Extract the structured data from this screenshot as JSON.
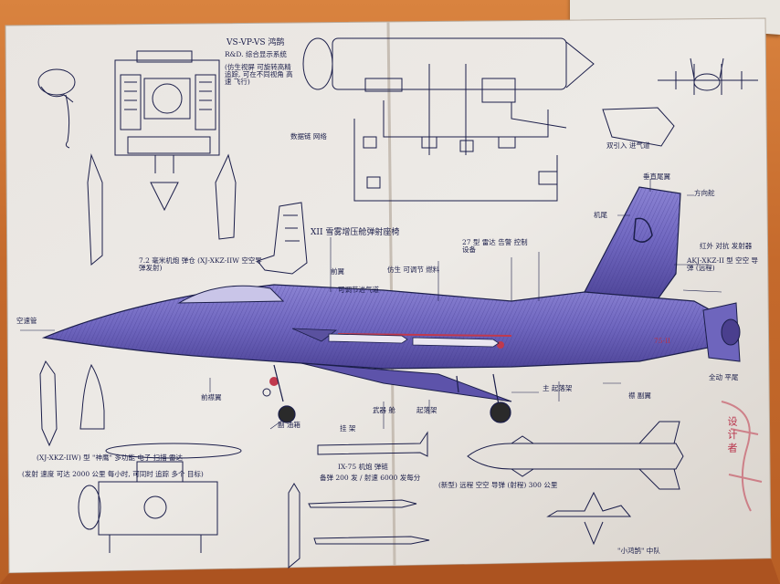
{
  "labels": {
    "head_title": "VS-VP-VS 鸿鹄",
    "head_sub": "R&D. 综合显示系统",
    "head_note": "(仿生视屏 可旋转高精 追踪, 可在不同视角 高速 飞行)",
    "data_link": "数据链 网络",
    "intake_note": "双引入 进气道",
    "cockpit_title": "XII 雪雾增压舱弹射座椅",
    "left_armament": "7.2 毫米机炮 弹仓 (XJ-XKZ-IIW 空空导弹发射)",
    "air_brake": "前襟翼",
    "nose_probe": "空速管",
    "canard": "前翼",
    "center_note": "可调节进气道",
    "upper_left_note": "仿生 可调节 燃料",
    "upper_right_note": "27 型 雷达 告警 控制 设备",
    "rudder_top": "垂直尾翼",
    "fin_marking_left": "机尾",
    "fin_marking_right": "方向舵",
    "tail_note": "红外 对抗 发射器",
    "tail_missile": "AKJ-XKZ-II 型 空空 导弹 (远程)",
    "stab_note": "全动 平尾",
    "under_left_1": "副 油箱",
    "under_left_2": "挂 架",
    "under_mid_1": "武器 舱",
    "under_mid_2": "起落架",
    "under_right_1": "主 起落架",
    "under_right_2": "襟 副翼",
    "bottom_missile_left": "(XJ-XKZ-IIW) 型 \"神鹰\" 多功能 电子 扫描 雷达",
    "bottom_missile_note": "(发射 速度 可达 2000 公里 每小时, 可同时 追踪 多个 目标)",
    "bottom_center": "IX-75 机炮 弹链",
    "bottom_center_2": "备弹 200 发 / 射速 6000 发每分",
    "bottom_right": "(新型) 远程 空空 导弹 (射程) 300 公里",
    "side_number": "75-II",
    "signature": "设 计 者",
    "credit": "\"小鸿鹄\" 中队"
  },
  "colors": {
    "paper": "#ebe6e1",
    "ink": "#1b1e4a",
    "jet_fill": "#7a71c4",
    "jet_dark": "#4a3f8e",
    "red_ink": "#c0394d",
    "wall": "#c8682a"
  }
}
